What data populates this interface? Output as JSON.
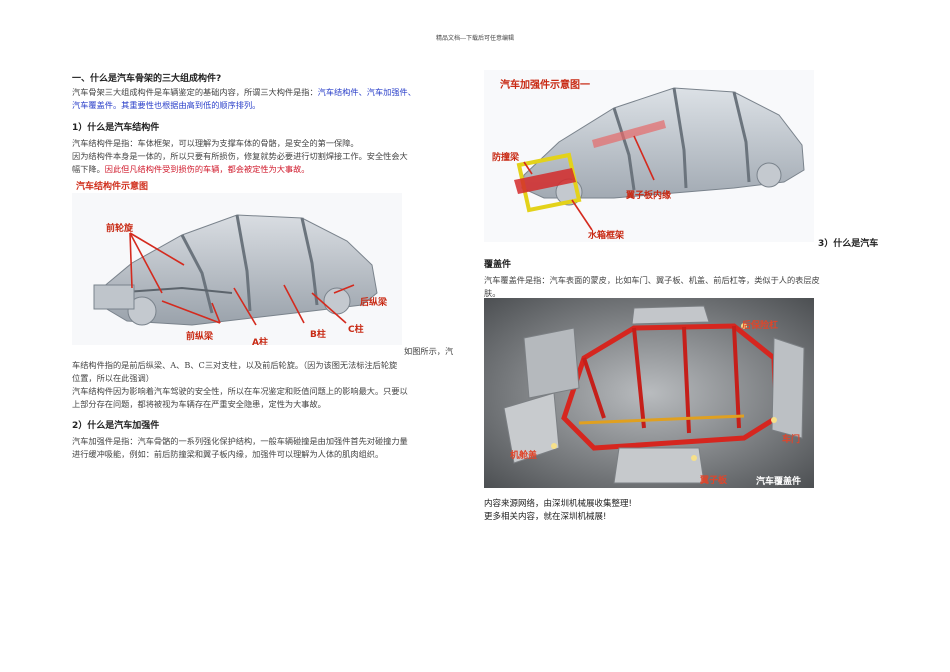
{
  "header": {
    "text": "精品文档---下载后可任意编辑"
  },
  "left": {
    "section1_title": "一、什么是汽车骨架的三大组成构件?",
    "intro_plain": "汽车骨架三大组成构件是车辆鉴定的基础内容，所谓三大构件是指：",
    "intro_blue": "汽车结构件、汽车加强件、",
    "intro_blue2": "汽车覆盖件。其重要性也根据由高到低的顺序排列。",
    "sub1_title": "1）什么是汽车结构件",
    "sub1_p1": "汽车结构件是指：车体框架，可以理解为支撑车体的骨骼，是安全的第一保障。",
    "sub1_p2a": "因为结构件本身是一体的，所以只要有所损伤，修复就势必要进行切割焊接工作。安全性会大",
    "sub1_p2b": "幅下降。",
    "sub1_p2_red": "因此但凡结构件受到损伤的车辆，都会被定性为大事故。",
    "figure1_caption": "汽车结构件示意图",
    "figure1_labels": {
      "front_wheel": "前轮旋",
      "front_rail": "前纵梁",
      "a_pillar": "A柱",
      "b_pillar": "B柱",
      "c_pillar": "C柱",
      "rear_rail": "后纵梁"
    },
    "after_fig_a": "如图所示，汽",
    "after_fig_b": "车结构件指的是前后纵梁、A、B、C三对支柱，以及前后轮旋。（因为该图无法标注后轮旋",
    "after_fig_c": "位置，所以在此强调）",
    "after_fig_d": "汽车结构件因为影响着汽车驾驶的安全性，所以在车况鉴定和贬值问题上的影响最大。只要以",
    "after_fig_e": "上部分存在问题，都将被视为车辆存在严重安全隐患，定性为大事故。",
    "sub2_title": "2）什么是汽车加强件",
    "sub2_p1": "汽车加强件是指：汽车骨骼的一系列强化保护结构，一般车辆碰撞是由加强件首先对碰撞力量",
    "sub2_p2": "进行缓冲吸能，例如：前后防撞梁和翼子板内缘，加强件可以理解为人体的肌肉组织。"
  },
  "right": {
    "figure2_caption": "汽车加强件示意图一",
    "figure2_labels": {
      "bumper_beam": "防撞梁",
      "fender_inner": "翼子板内缘",
      "radiator_frame": "水箱框架"
    },
    "sub3_title_a": "3）什么是汽车",
    "sub3_title_b": "覆盖件",
    "sub3_p1": "汽车覆盖件是指：汽车表面的蒙皮，比如车门、翼子板、机盖、前后杠等，类似于人的表层皮",
    "sub3_p2": "肤。",
    "figure3_labels": {
      "rear_bumper": "后保险杠",
      "hood": "机舱盖",
      "door": "车门",
      "fender": "翼子板",
      "title": "汽车覆盖件"
    },
    "footer1": "内容来源网络，由深圳机械展收集整理!",
    "footer2": "更多相关内容，就在深圳机械展!"
  },
  "colors": {
    "blue_text": "#2a3fc9",
    "red_text": "#d0192b",
    "label_red": "#d42a1e"
  }
}
